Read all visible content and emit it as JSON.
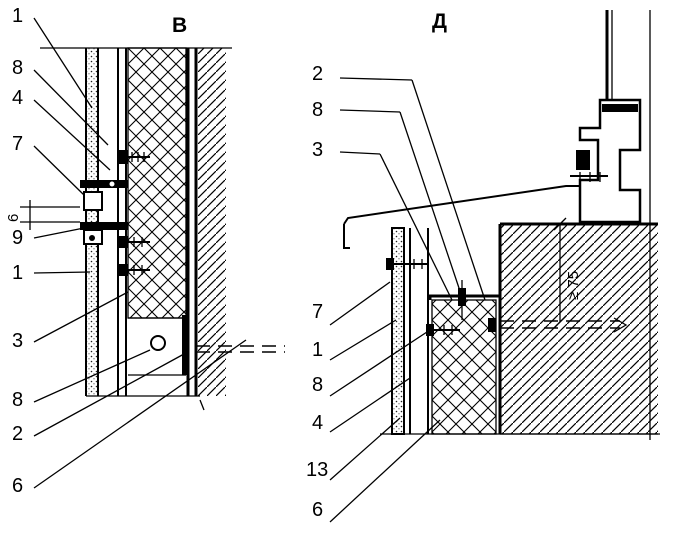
{
  "views": {
    "v": {
      "title": "В",
      "labels": [
        "1",
        "8",
        "4",
        "7",
        "6",
        "9",
        "1",
        "3",
        "8",
        "2",
        "6"
      ]
    },
    "d": {
      "title": "Д",
      "labels": [
        "2",
        "8",
        "3",
        "7",
        "1",
        "8",
        "4",
        "13",
        "6"
      ],
      "dimension": "≥ 75"
    }
  }
}
